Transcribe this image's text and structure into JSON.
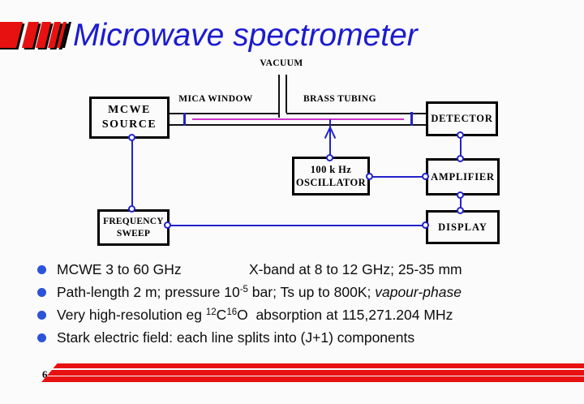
{
  "slide": {
    "title": "Microwave spectrometer",
    "page_number": "6"
  },
  "colors": {
    "title_blue": "#1b1bd1",
    "line_blue": "#2222cc",
    "electrode_magenta": "#cc33cc",
    "accent_red": "#e81111",
    "bullet_blue": "#2b52d9"
  },
  "diagram": {
    "vacuum_label": "VACUUM",
    "mica_window_label": "MICA WINDOW",
    "brass_tubing_label": "BRASS TUBING",
    "source_box": {
      "line1": "MCWE",
      "line2": "SOURCE"
    },
    "detector_box": {
      "label": "DETECTOR"
    },
    "oscillator_box": {
      "line1": "100 k Hz",
      "line2": "OSCILLATOR"
    },
    "amplifier_box": {
      "label": "AMPLIFIER"
    },
    "display_box": {
      "label": "DISPLAY"
    },
    "frequency_sweep_box": {
      "line1": "FREQUENCY",
      "line2": "SWEEP"
    }
  },
  "bullets": [
    {
      "segments": [
        {
          "text": "MCWE 3 to 60 GHz",
          "style": "normal"
        },
        {
          "text": "X-band at 8 to 12 GHz; 25-35 mm",
          "style": "normal"
        }
      ]
    },
    {
      "segments": [
        {
          "text": "Path-length 2 m; pressure 10",
          "style": "normal"
        },
        {
          "text": "-5",
          "style": "superscript"
        },
        {
          "text": " bar; Ts up to 800K; ",
          "style": "normal"
        },
        {
          "text": "vapour-phase",
          "style": "italic"
        }
      ]
    },
    {
      "segments": [
        {
          "text": "Very high-resolution eg ",
          "style": "normal"
        },
        {
          "text": "12",
          "style": "superscript"
        },
        {
          "text": "C",
          "style": "normal"
        },
        {
          "text": "16",
          "style": "superscript"
        },
        {
          "text": "O  absorption at 115,271.204 MHz",
          "style": "normal"
        }
      ]
    },
    {
      "segments": [
        {
          "text": "Stark electric field: each line splits into (J+1) components",
          "style": "normal"
        }
      ]
    }
  ]
}
